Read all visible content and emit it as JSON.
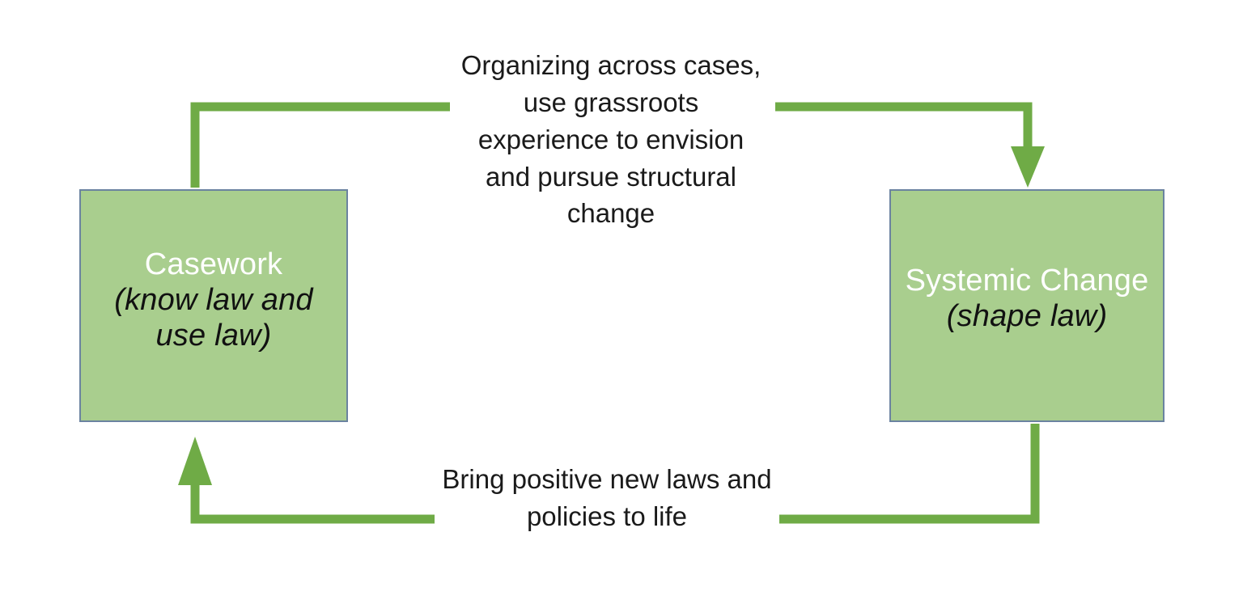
{
  "diagram": {
    "title_hidden": "",
    "accent_green": "#6FAB46",
    "box_fill": "#A9CE8E",
    "box_border": "#6B83A0",
    "nodes": [
      {
        "id": "casework",
        "title": "Casework",
        "subtitle": "(know law and use law)"
      },
      {
        "id": "systemic",
        "title": "Systemic Change",
        "subtitle": "(shape law)"
      }
    ],
    "edges": [
      {
        "id": "casework-to-systemic",
        "from": "casework",
        "to": "systemic",
        "label": "Organizing across cases, use grassroots experience to envision and pursue structural change",
        "arrowhead": "down"
      },
      {
        "id": "systemic-to-casework",
        "from": "systemic",
        "to": "casework",
        "label": "Bring positive new laws and policies to life",
        "arrowhead": "up"
      }
    ]
  }
}
